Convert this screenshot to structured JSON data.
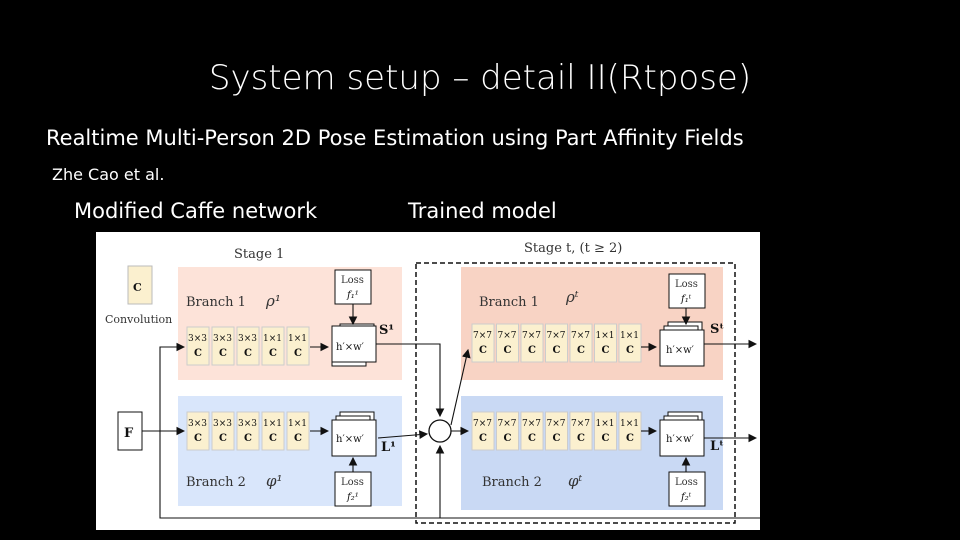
{
  "slide": {
    "title": "System setup – detail II(Rtpose)",
    "subtitle": "Realtime Multi-Person 2D Pose Estimation using Part Affinity Fields",
    "authors": "Zhe Cao et al.",
    "label_left": "Modified Caffe network",
    "label_right": "Trained model"
  },
  "diagram": {
    "stage1_label": "Stage 1",
    "staget_label": "Stage t, (t ≥ 2)",
    "legend_conv_symbol": "C",
    "legend_conv_label": "Convolution",
    "input_label": "F",
    "stage1": {
      "branch1_label": "Branch 1",
      "branch1_symbol": "ρ¹",
      "branch2_label": "Branch 2",
      "branch2_symbol": "φ¹",
      "conv_kernels": [
        "3×3",
        "3×3",
        "3×3",
        "1×1",
        "1×1"
      ],
      "output_box": "h′×w′",
      "output_S": "S¹",
      "output_L": "L¹",
      "loss1": [
        "Loss",
        "f₁¹"
      ],
      "loss2": [
        "Loss",
        "f₂¹"
      ]
    },
    "staget": {
      "branch1_label": "Branch 1",
      "branch1_symbol": "ρᵗ",
      "branch2_label": "Branch 2",
      "branch2_symbol": "φᵗ",
      "conv_kernels": [
        "7×7",
        "7×7",
        "7×7",
        "7×7",
        "7×7",
        "1×1",
        "1×1"
      ],
      "output_box": "h′×w′",
      "output_S": "Sᵗ",
      "output_L": "Lᵗ",
      "loss1": [
        "Loss",
        "f₁ᵗ"
      ],
      "loss2": [
        "Loss",
        "f₂ᵗ"
      ]
    },
    "colors": {
      "stage1_branch1_bg": "#fde3d9",
      "stage1_branch2_bg": "#d9e6fb",
      "staget_branch1_bg": "#f8d3c4",
      "staget_branch2_bg": "#c9d9f4",
      "conv_block": "#fbf0cf"
    }
  }
}
